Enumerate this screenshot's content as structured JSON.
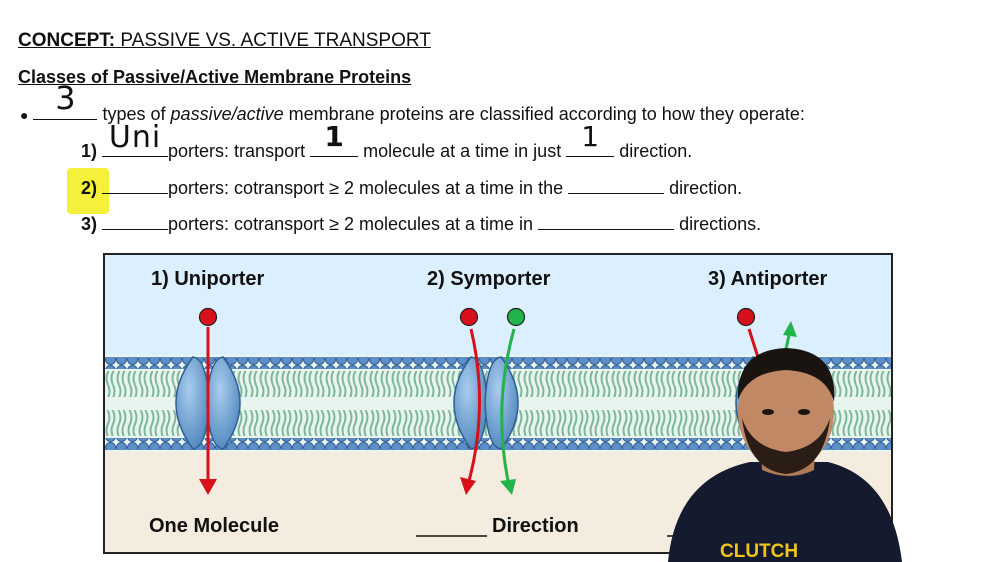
{
  "header": {
    "concept_prefix": "CONCEPT:",
    "concept_title": "PASSIVE VS. ACTIVE TRANSPORT",
    "subtitle": "Classes of Passive/Active Membrane Proteins"
  },
  "intro": {
    "bullet": "●",
    "answer": "3",
    "text_before": "types of ",
    "text_italic": "passive/active",
    "text_after": " membrane proteins are classified according to how they operate:"
  },
  "items": [
    {
      "num": "1)",
      "answer": "Uni",
      "text1": "porters: transport ",
      "answer2": "1",
      "text2": " molecule at a time in just ",
      "answer3": "1",
      "text3": " direction."
    },
    {
      "num": "2)",
      "text1": "porters: cotransport ≥ 2 molecules at a time in the ",
      "text2": " direction."
    },
    {
      "num": "3)",
      "text1": "porters: cotransport ≥ 2 molecules at a time in ",
      "text2": " directions."
    }
  ],
  "diagram": {
    "panels": [
      {
        "title": "1) Uniporter",
        "caption": "One Molecule"
      },
      {
        "title": "2) Symporter",
        "caption": "Direction"
      },
      {
        "title": "3) Antiporter",
        "caption": ""
      }
    ],
    "colors": {
      "molecule_red": "#d8101c",
      "molecule_green": "#22b34a",
      "protein": "#5f9bd0",
      "membrane_water": "#dcefff",
      "cytoplasm": "#f4ecdf"
    }
  },
  "presenter": {
    "shirt_text": "CLUTCH"
  },
  "highlight_color": "#f5f13a"
}
